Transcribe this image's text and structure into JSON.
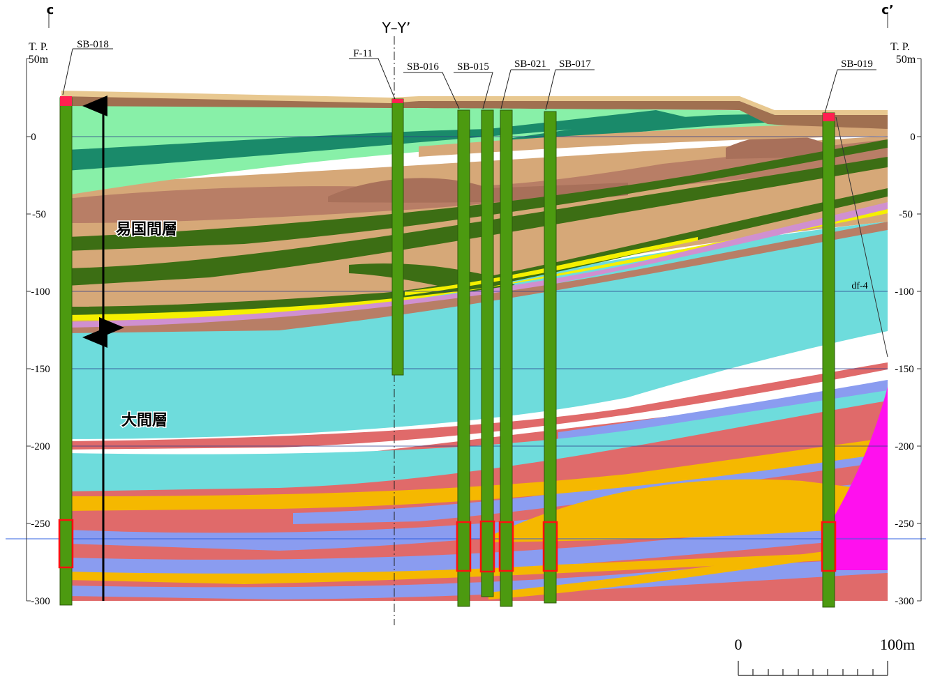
{
  "section": {
    "left_end": "c",
    "right_end": "c’",
    "crossing_line": "Y–Y’",
    "datum_left": "T. P.",
    "datum_right": "T. P.",
    "top_label_left": "50m",
    "top_label_right": "50m",
    "depth_ticks": [
      "0",
      "-50",
      "-100",
      "-150",
      "-200",
      "-250",
      "-300"
    ]
  },
  "boreholes": [
    {
      "id": "SB-018"
    },
    {
      "id": "F-11"
    },
    {
      "id": "SB-016"
    },
    {
      "id": "SB-015"
    },
    {
      "id": "SB-021"
    },
    {
      "id": "SB-017"
    },
    {
      "id": "SB-019"
    }
  ],
  "annotations": {
    "upper_interval": "易国間層",
    "lower_interval": "大間層",
    "fault": "df-4"
  },
  "scale_bar": {
    "start": "0",
    "end": "100m"
  },
  "colors": {
    "borehole": "#4c9a10",
    "screen_box": "#ff1010",
    "surface_cap": "#ff2050",
    "ookima_layer": "#6edcdc",
    "dark_green_bed": "#3c6e14",
    "brown_bed": "#b87e66",
    "tan_bed": "#d6a878",
    "light_green": "#88f0a8",
    "teal": "#1a8a6a",
    "red_bed": "#e06a6a",
    "blue_bed": "#8a9cf0",
    "orange_bed": "#f5b800",
    "magenta_body": "#ff10ee",
    "yellow_bed": "#f5f000",
    "lilac_bed": "#d090d0",
    "grid_line": "#2a3a8a"
  }
}
